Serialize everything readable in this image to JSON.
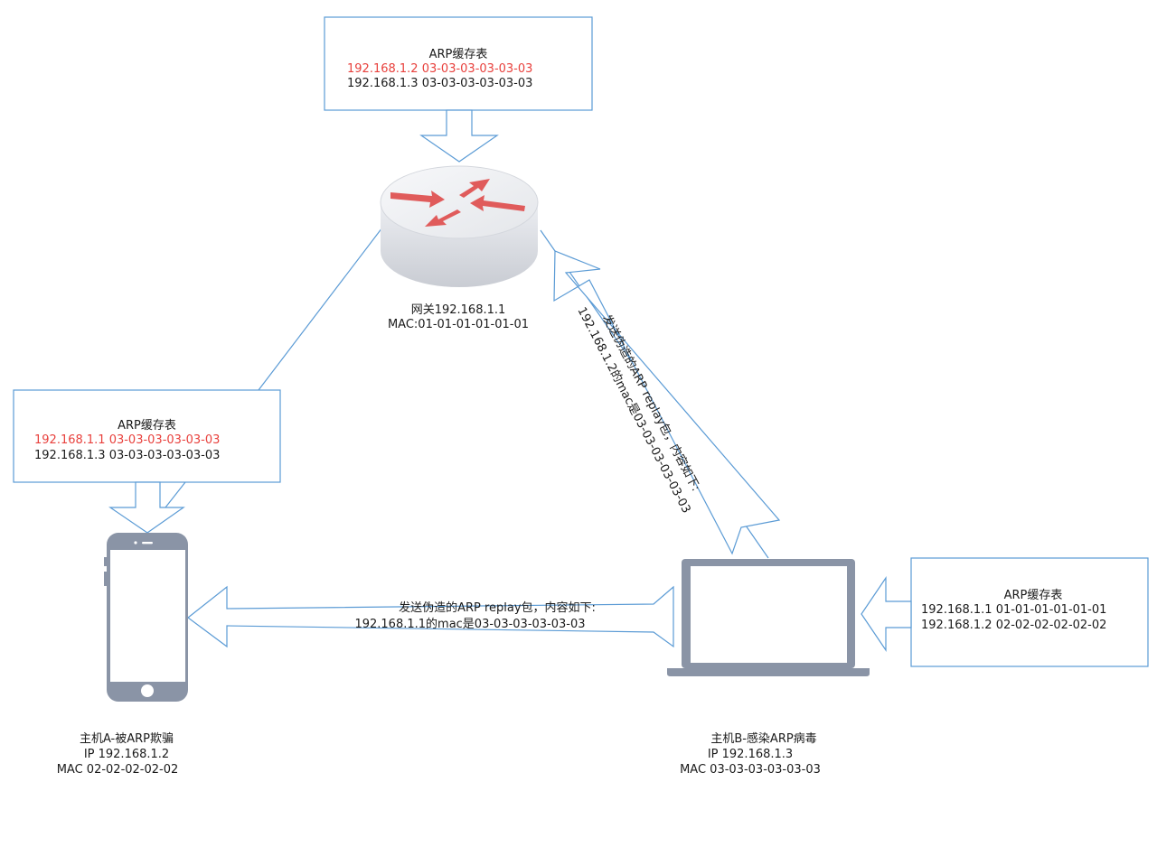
{
  "router": {
    "label_line1": "网关192.168.1.1",
    "label_line2": "MAC:01-01-01-01-01-01"
  },
  "router_cache": {
    "title": "ARP缓存表",
    "row1": "192.168.1.2 03-03-03-03-03-03",
    "row2": "192.168.1.3 03-03-03-03-03-03"
  },
  "host_a": {
    "line1": "主机A-被ARP欺骗",
    "line2": "IP  192.168.1.2",
    "line3": "MAC  02-02-02-02-02"
  },
  "host_a_cache": {
    "title": "ARP缓存表",
    "row1": "192.168.1.1 03-03-03-03-03-03",
    "row2": "192.168.1.3 03-03-03-03-03-03"
  },
  "host_b": {
    "line1": "主机B-感染ARP病毒",
    "line2": "IP  192.168.1.3",
    "line3": "MAC  03-03-03-03-03-03"
  },
  "host_b_cache": {
    "title": "ARP缓存表",
    "row1": "192.168.1.1 01-01-01-01-01-01",
    "row2": "192.168.1.2 02-02-02-02-02-02"
  },
  "spoof_to_router": {
    "line1": "发送伪造的ARP replay包，内容如下:",
    "line2": "192.168.1.2的mac是03-03-03-03-03-03"
  },
  "spoof_to_host_a": {
    "line1": "发送伪造的ARP replay包，内容如下:",
    "line2": "192.168.1.1的mac是03-03-03-03-03-03"
  },
  "colors": {
    "line": "#5b9bd5",
    "highlight": "#e8403c",
    "device": "#8a94a6",
    "router_arrow": "#e05b5b"
  }
}
